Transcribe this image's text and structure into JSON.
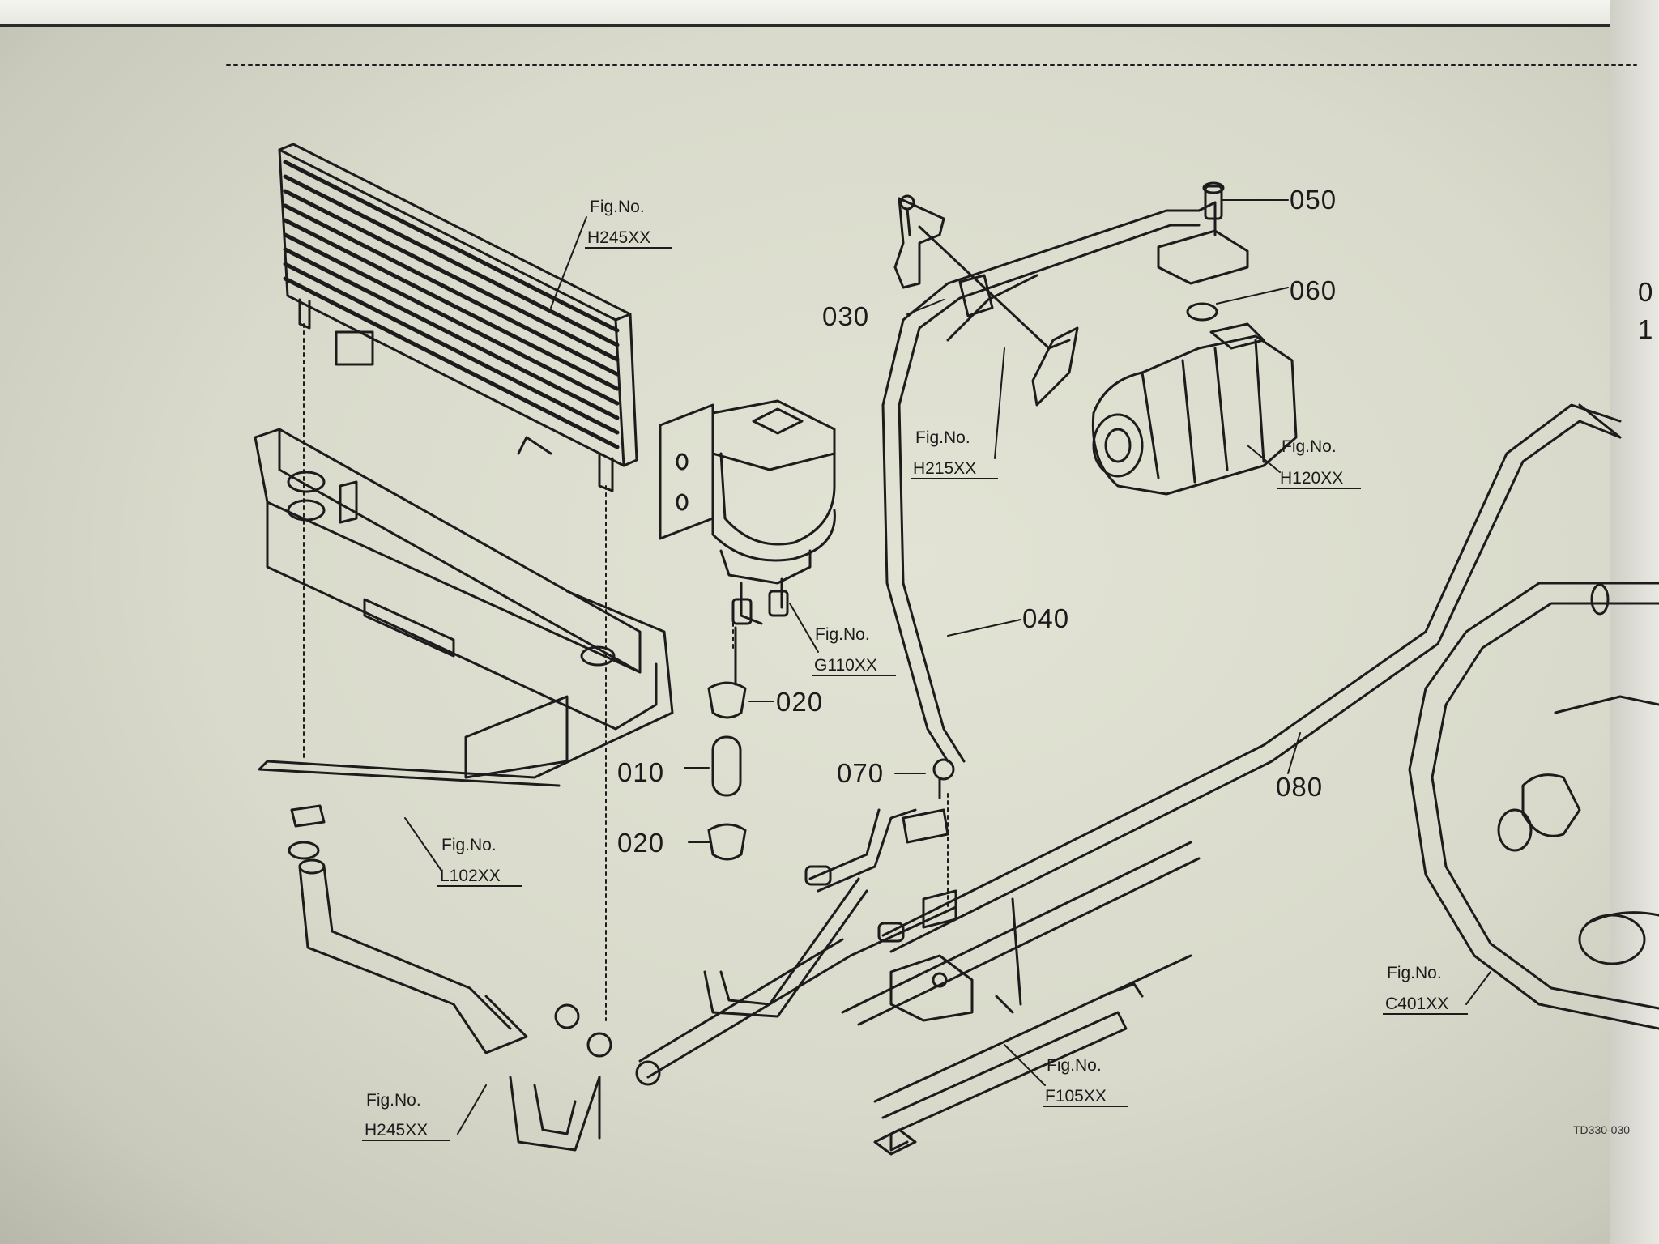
{
  "part_labels": {
    "p010": "010",
    "p020a": "020",
    "p020b": "020",
    "p030": "030",
    "p040": "040",
    "p050": "050",
    "p060": "060",
    "p070": "070",
    "p080": "080",
    "cut_top": "0",
    "cut_bottom": "1"
  },
  "figure_refs": [
    {
      "line1": "Fig.No.",
      "line2": "H245XX"
    },
    {
      "line1": "Fig.No.",
      "line2": "H215XX"
    },
    {
      "line1": "Fig.No.",
      "line2": "H120XX"
    },
    {
      "line1": "Fig.No.",
      "line2": "G110XX"
    },
    {
      "line1": "Fig.No.",
      "line2": "L102XX"
    },
    {
      "line1": "Fig.No.",
      "line2": "H245XX"
    },
    {
      "line1": "Fig.No.",
      "line2": "F105XX"
    },
    {
      "line1": "Fig.No.",
      "line2": "C401XX"
    }
  ],
  "drawing_code": "TD330-030"
}
